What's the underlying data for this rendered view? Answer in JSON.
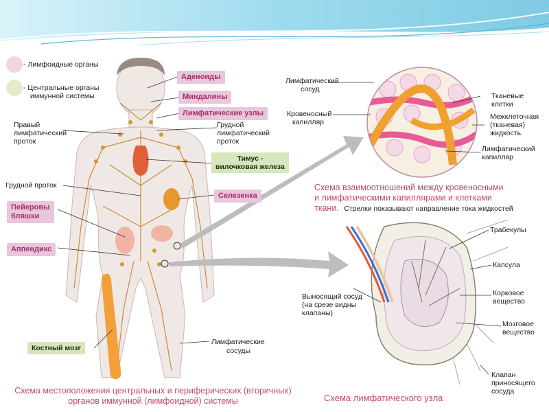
{
  "legend": {
    "lymphoid_organs": "- Лимфоидные органы",
    "central_organs_line1": "- Центральные органы",
    "central_organs_line2": "иммунной системы",
    "lymphoid_color": "#f3d3e6",
    "central_color": "#e2ecc9"
  },
  "body_labels": {
    "adenoids": "Аденоиды",
    "tonsils": "Миндалины",
    "lymph_nodes": "Лимфатические узлы",
    "right_duct_1": "Правый",
    "right_duct_2": "лимфатический",
    "right_duct_3": "проток",
    "thoracic_duct_r1": "Грудной",
    "thoracic_duct_r2": "лимфатический",
    "thoracic_duct_r3": "проток",
    "thymus_1": "Тимус -",
    "thymus_2": "вилочковая железа",
    "thoracic_duct_left": "Грудной проток",
    "spleen": "Селезенка",
    "peyer_1": "Пейеровы",
    "peyer_2": "бляшки",
    "appendix": "Аппендикс",
    "bone_marrow": "Костный мозг",
    "lymph_vessels_1": "Лимфатические",
    "lymph_vessels_2": "сосуды"
  },
  "body_caption": {
    "line1": "Схема местоположения центральных и периферических (вторичных)",
    "line2": "органов иммунной (лимфоидной) системы"
  },
  "capillary_labels": {
    "lymph_vessel_1": "Лимфатический",
    "lymph_vessel_2": "сосуд",
    "blood_cap_1": "Кровеносный",
    "blood_cap_2": "капилляр",
    "tissue_cells_1": "Тканевые",
    "tissue_cells_2": "клетки",
    "interstitial_1": "Межклеточная",
    "interstitial_2": "(тканевая)",
    "interstitial_3": "жидкость",
    "lymph_cap_1": "Лимфатический",
    "lymph_cap_2": "капилляр"
  },
  "capillary_caption": {
    "line1": "Схема взаимоотношений между кровеносными",
    "line2": "и лимфатическими капиллярами и клетками",
    "line3": "ткани.",
    "note": "Стрелки показывают направление тока жидкостей"
  },
  "node_labels": {
    "trabeculae": "Трабекулы",
    "capsule": "Капсула",
    "cortex_1": "Корковое",
    "cortex_2": "вещество",
    "medulla_1": "Мозговое",
    "medulla_2": "вещество",
    "efferent_1": "Выносящий сосуд",
    "efferent_2": "(на срезе видны",
    "efferent_3": "клапаны)",
    "valve_1": "Клапан",
    "valve_2": "приносящего",
    "valve_3": "сосуда"
  },
  "node_caption": "Схема лимфатического узла",
  "colors": {
    "caption": "#c54a70",
    "pink_label_bg": "#e8c6dc",
    "pink_label_text": "#a5306a",
    "green_label_bg": "#d8e6bd",
    "lymph_orange": "#f0a030",
    "blood_pink": "#e85a96"
  }
}
